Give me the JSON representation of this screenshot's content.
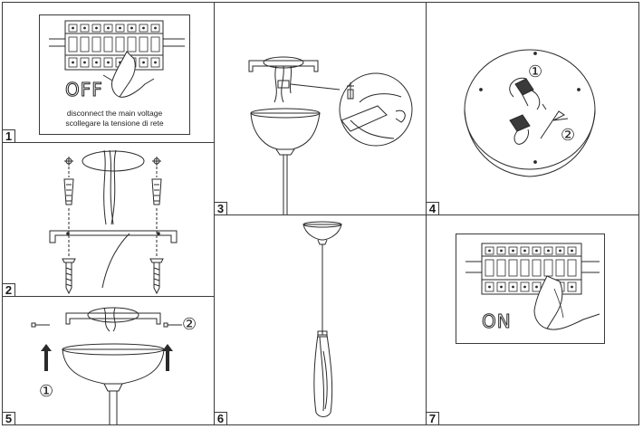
{
  "steps": [
    {
      "number": "1",
      "off_label": "OFF",
      "caption_line1": "disconnect the main voltage",
      "caption_line2": "scollegare la tensione di rete"
    },
    {
      "number": "2"
    },
    {
      "number": "3"
    },
    {
      "number": "4",
      "order_1": "①",
      "order_2": "②"
    },
    {
      "number": "5",
      "order_1": "①",
      "order_2": "②"
    },
    {
      "number": "6"
    },
    {
      "number": "7",
      "on_label": "ON"
    }
  ],
  "colors": {
    "line": "#2a2a2a",
    "border": "#3a3a3a",
    "background": "#ffffff"
  }
}
